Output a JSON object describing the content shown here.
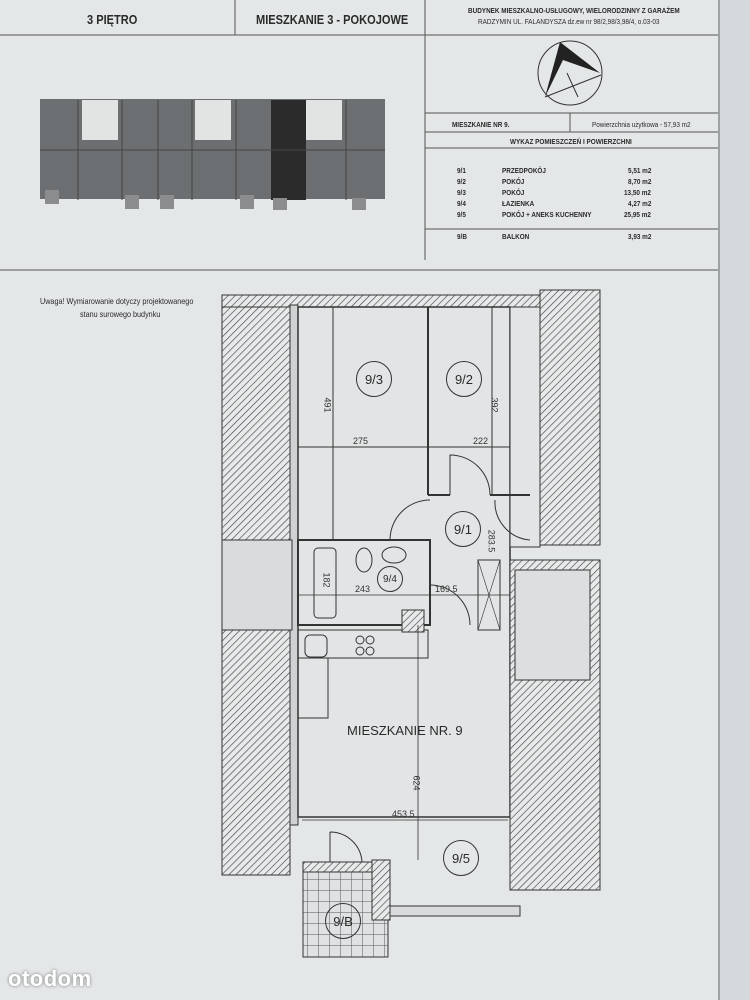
{
  "header": {
    "floor": "3 PIĘTRO",
    "apartment_type": "MIESZKANIE  3 - POKOJOWE",
    "building_line1": "BUDYNEK MIESZKALNO-USŁUGOWY, WIELORODZINNY Z GARAŻEM",
    "building_line2": "RADZYMIN UL. FALANDYSZA  dz.ew nr 98/2,98/3,98/4, o.03-03"
  },
  "summary": {
    "apartment": "MIESZKANIE NR 9.",
    "usable_area": "Powierzchnia użytkowa - 57,93 m2",
    "list_title": "WYKAZ POMIESZCZEŃ I POWIERZCHNI",
    "rooms": [
      {
        "id": "9/1",
        "name": "PRZEDPOKÓJ",
        "area": "5,51 m2"
      },
      {
        "id": "9/2",
        "name": "POKÓJ",
        "area": "8,70 m2"
      },
      {
        "id": "9/3",
        "name": "POKÓJ",
        "area": "13,50 m2"
      },
      {
        "id": "9/4",
        "name": "ŁAZIENKA",
        "area": "4,27 m2"
      },
      {
        "id": "9/5",
        "name": "POKÓJ + ANEKS KUCHENNY",
        "area": "25,95 m2"
      },
      {
        "id": "9/B",
        "name": "BALKON",
        "area": "3,93 m2"
      }
    ]
  },
  "note": {
    "line1": "Uwaga! Wymiarowanie dotyczy projektowanego",
    "line2": "stanu surowego budynku"
  },
  "plan": {
    "apartment_label": "MIESZKANIE NR. 9",
    "room_tags": [
      "9/3",
      "9/2",
      "9/1",
      "9/4",
      "9/5",
      "9/B"
    ],
    "dimensions": [
      "491",
      "392",
      "275",
      "222",
      "283.5",
      "182",
      "243",
      "169.5",
      "624",
      "453.5"
    ]
  },
  "watermark": "otodom",
  "colors": {
    "paper": "#e4e7e8",
    "ink": "#2a2a2a",
    "highlight_unit": "#2b2b2b"
  }
}
